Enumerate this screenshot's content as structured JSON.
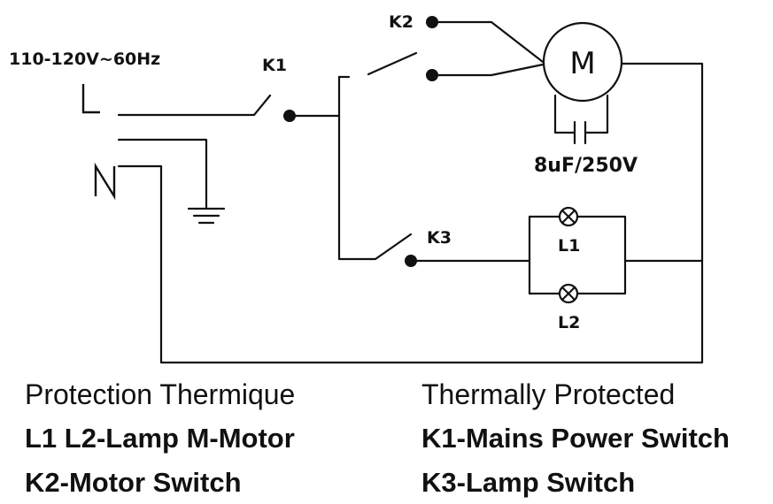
{
  "supply": {
    "voltage": "110-120V~60Hz",
    "line_letter": "L",
    "neutral_letter": "N"
  },
  "switches": {
    "k1": "K1",
    "k2": "K2",
    "k3": "K3"
  },
  "motor": {
    "letter": "M",
    "capacitor": "8uF/250V"
  },
  "lamps": {
    "l1": "L1",
    "l2": "L2"
  },
  "legend": {
    "french": "Protection Thermique",
    "english": "Thermally Protected",
    "lamp_motor": "L1 L2-Lamp M-Motor",
    "mains": "K1-Mains Power Switch",
    "motor_switch": "K2-Motor Switch",
    "lamp_switch": "K3-Lamp Switch"
  }
}
